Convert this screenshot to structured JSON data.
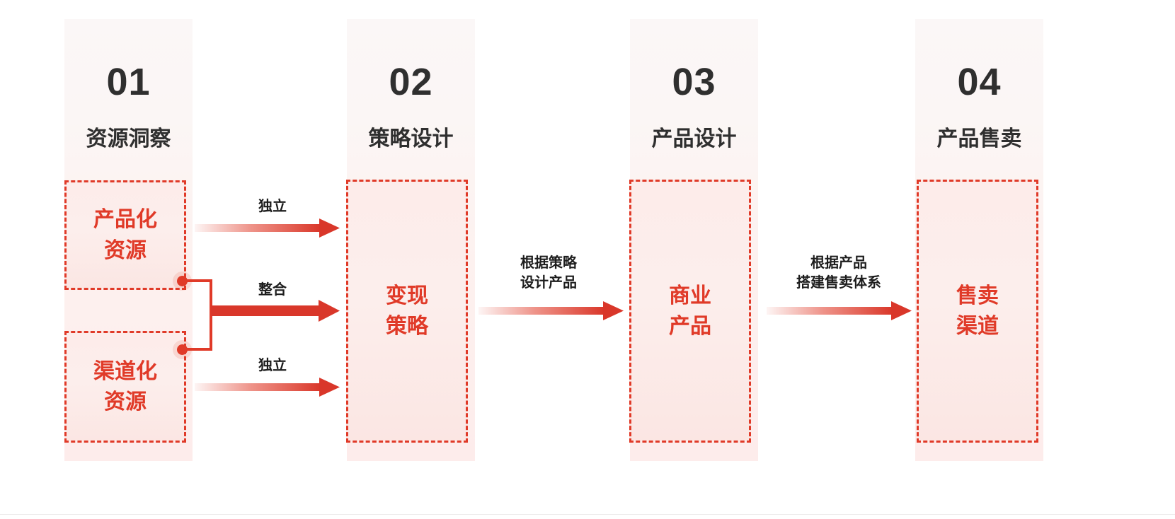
{
  "diagram": {
    "title_sequence": [
      "01",
      "02",
      "03",
      "04"
    ],
    "accent_color": "#e03a28",
    "text_color": "#2f2f2f",
    "band_bg_top": "#fbf7f7",
    "band_bg_bottom": "#fdeceb",
    "stages": [
      {
        "number": "01",
        "name": "资源洞察",
        "cards": [
          {
            "text": "产品化\n资源"
          },
          {
            "text": "渠道化\n资源"
          }
        ]
      },
      {
        "number": "02",
        "name": "策略设计",
        "cards": [
          {
            "text": "变现\n策略"
          }
        ]
      },
      {
        "number": "03",
        "name": "产品设计",
        "cards": [
          {
            "text": "商业\n产品"
          }
        ]
      },
      {
        "number": "04",
        "name": "产品售卖",
        "cards": [
          {
            "text": "售卖\n渠道"
          }
        ]
      }
    ],
    "arrows": [
      {
        "id": "a1",
        "label": "独立",
        "weight": "thin",
        "from": "产品化资源",
        "to": "变现策略"
      },
      {
        "id": "a2",
        "label": "整合",
        "weight": "thick",
        "from": "产品化资源+渠道化资源",
        "to": "变现策略"
      },
      {
        "id": "a3",
        "label": "独立",
        "weight": "thin",
        "from": "渠道化资源",
        "to": "变现策略"
      },
      {
        "id": "a4",
        "label": "根据策略\n设计产品",
        "weight": "thin",
        "from": "变现策略",
        "to": "商业产品"
      },
      {
        "id": "a5",
        "label": "根据产品\n搭建售卖体系",
        "weight": "thin",
        "from": "商业产品",
        "to": "售卖渠道"
      }
    ]
  }
}
